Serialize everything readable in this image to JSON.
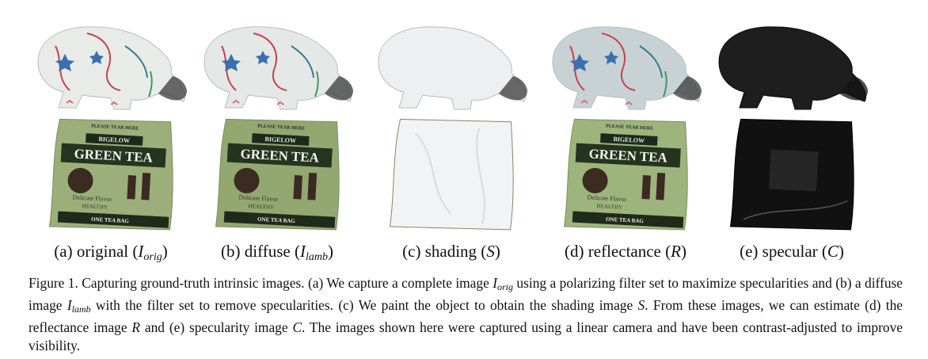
{
  "panels": [
    {
      "id": "a",
      "prefix": "(a) original (",
      "symbol": "I",
      "subscript": "orig",
      "suffix": ")",
      "color_package": "#9cae7a",
      "color_cat": "#e8ebe8"
    },
    {
      "id": "b",
      "prefix": "(b) diffuse (",
      "symbol": "I",
      "subscript": "lamb",
      "suffix": ")",
      "color_package": "#93a770",
      "color_cat": "#e4e8e6"
    },
    {
      "id": "c",
      "prefix": "(c) shading (",
      "symbol": "S",
      "subscript": "",
      "suffix": ")",
      "color_package": "#f2f3f4",
      "color_cat": "#eeeff0"
    },
    {
      "id": "d",
      "prefix": "(d) reflectance (",
      "symbol": "R",
      "subscript": "",
      "suffix": ")",
      "color_package": "#9db47c",
      "color_cat": "#c8d1d3"
    },
    {
      "id": "e",
      "prefix": "(e) specular (",
      "symbol": "C",
      "subscript": "",
      "suffix": ")",
      "color_package": "#111111",
      "color_cat": "#1e1e1e"
    }
  ],
  "package_text": {
    "top": "PLEASE TEAR HERE",
    "brand": "BIGELOW",
    "title": "GREEN TEA",
    "flavor": "Delicate Flavor",
    "healthy": "HEALTHY",
    "bottom": "ONE TEA BAG"
  },
  "caption": {
    "label": "Figure 1.",
    "t1": " Capturing ground-truth intrinsic images. (a) We capture a complete image ",
    "s1": "I",
    "s1sub": "orig",
    "t2": " using a polarizing filter set to maximize specularities and (b) a diffuse image ",
    "s2": "I",
    "s2sub": "lamb",
    "t3": " with the filter set to remove specularities. (c) We paint the object to obtain the shading image ",
    "s3": "S",
    "t4": ". From these images, we can estimate (d) the reflectance image ",
    "s4": "R",
    "t5": " and (e) specularity image ",
    "s5": "C",
    "t6": ". The images shown here were captured using a linear camera and have been contrast-adjusted to improve visibility."
  }
}
